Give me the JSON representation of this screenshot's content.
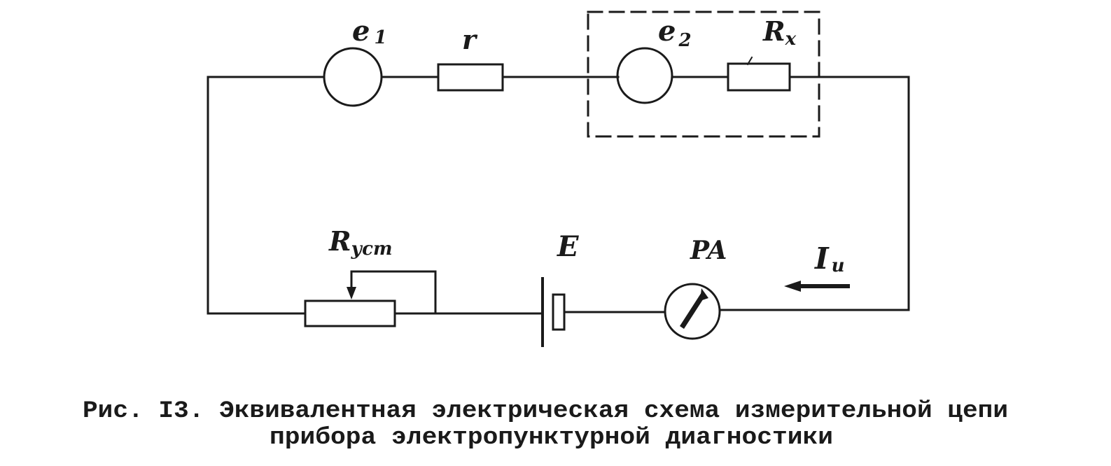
{
  "components": {
    "source_e1": {
      "label": "e",
      "subscript": "1"
    },
    "resistor_r": {
      "label": "r"
    },
    "source_e2": {
      "label": "e",
      "subscript": "2"
    },
    "resistor_rx": {
      "label": "R",
      "subscript": "x"
    },
    "rheostat": {
      "label": "R",
      "subscript": "уст"
    },
    "battery": {
      "label": "E"
    },
    "ammeter": {
      "label": "PA"
    },
    "current": {
      "label": "I",
      "subscript": "и"
    }
  },
  "caption": {
    "line1": "Рис. I3. Эквивалентная электрическая схема измерительной цепи",
    "line2": "прибора электропунктурной диагностики"
  },
  "colors": {
    "ink": "#1a1a1a",
    "paper": "#ffffff"
  }
}
